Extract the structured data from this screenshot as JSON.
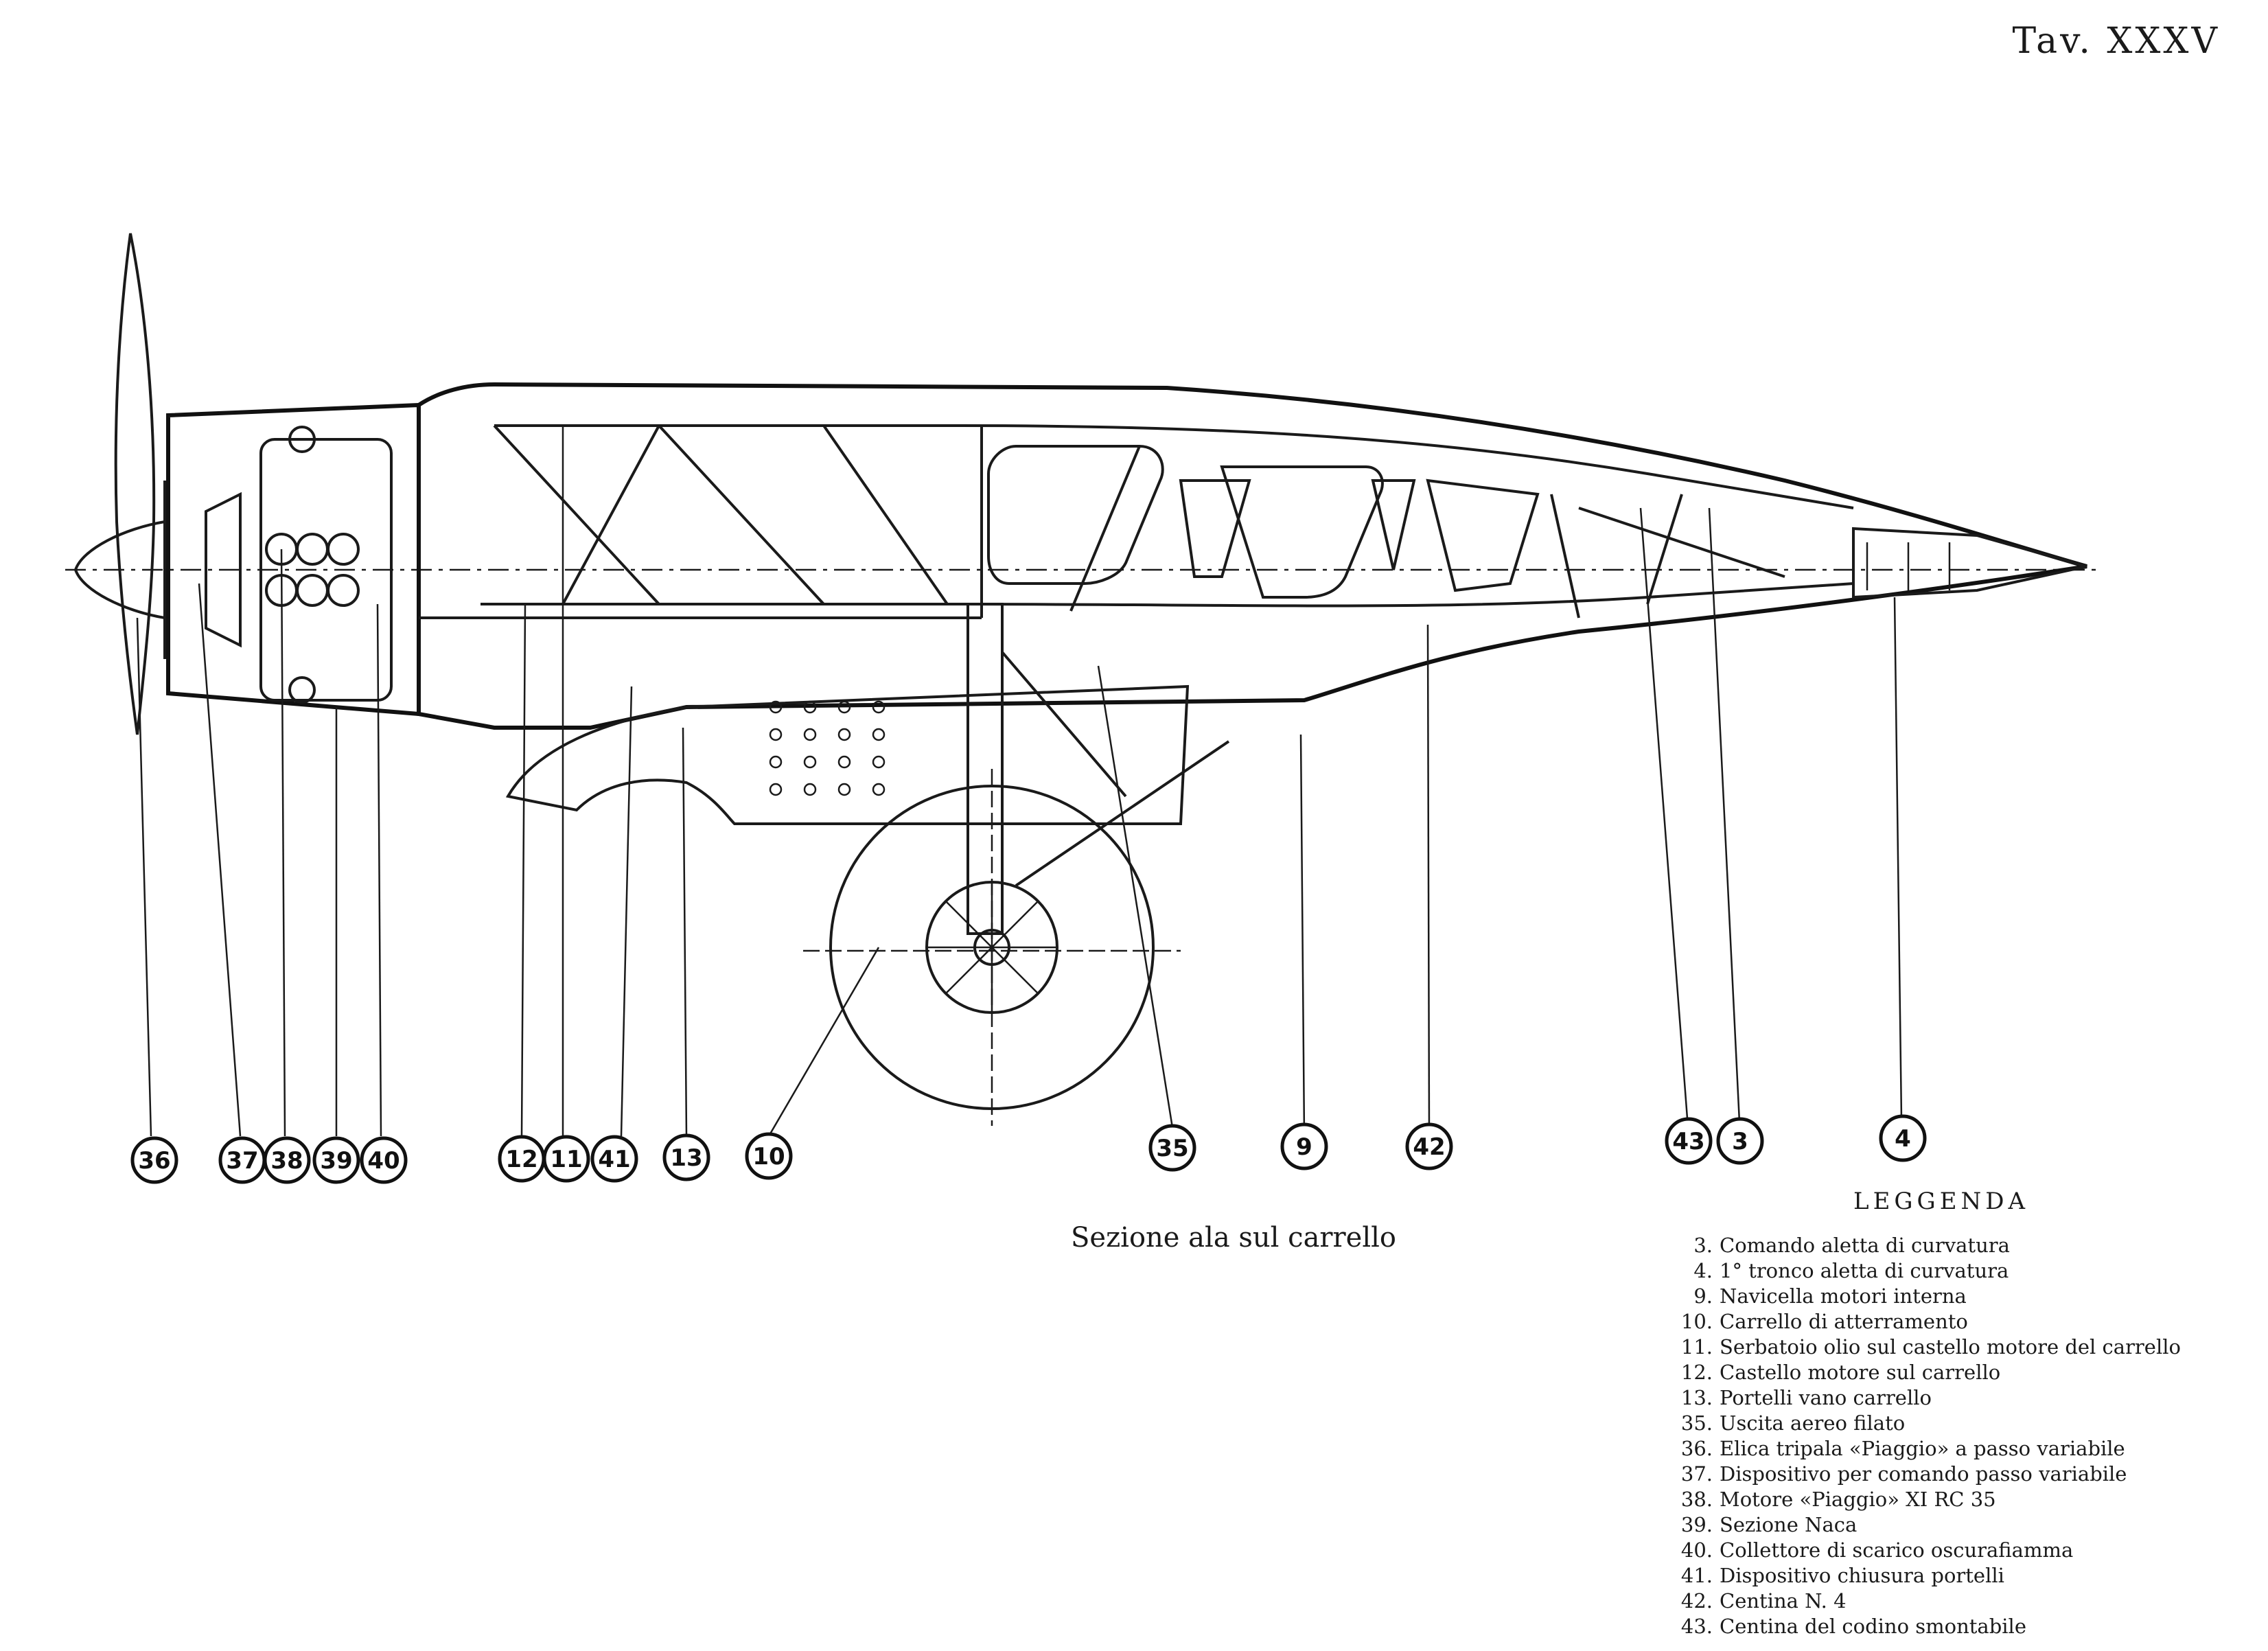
{
  "plate_number": "Tav. XXXV",
  "caption": "Sezione ala sul carrello",
  "legend": {
    "title": "LEGGENDA",
    "items": [
      {
        "num": "3.",
        "text": "Comando aletta di curvatura"
      },
      {
        "num": "4.",
        "text": "1° tronco aletta di curvatura"
      },
      {
        "num": "9.",
        "text": "Navicella motori interna"
      },
      {
        "num": "10.",
        "text": "Carrello di atterramento"
      },
      {
        "num": "11.",
        "text": "Serbatoio olio sul castello motore del carrello"
      },
      {
        "num": "12.",
        "text": "Castello motore sul carrello"
      },
      {
        "num": "13.",
        "text": "Portelli vano carrello"
      },
      {
        "num": "35.",
        "text": "Uscita aereo filato"
      },
      {
        "num": "36.",
        "text": "Elica tripala «Piaggio» a passo variabile"
      },
      {
        "num": "37.",
        "text": "Dispositivo per comando passo variabile"
      },
      {
        "num": "38.",
        "text": "Motore «Piaggio» XI RC 35"
      },
      {
        "num": "39.",
        "text": "Sezione Naca"
      },
      {
        "num": "40.",
        "text": "Collettore di scarico oscurafiamma"
      },
      {
        "num": "41.",
        "text": "Dispositivo chiusura portelli"
      },
      {
        "num": "42.",
        "text": "Centina N. 4"
      },
      {
        "num": "43.",
        "text": "Centina del codino smontabile"
      }
    ]
  },
  "callouts": [
    "36",
    "37",
    "38",
    "39",
    "40",
    "12",
    "11",
    "41",
    "13",
    "10",
    "35",
    "9",
    "42",
    "43",
    "3",
    "4"
  ]
}
